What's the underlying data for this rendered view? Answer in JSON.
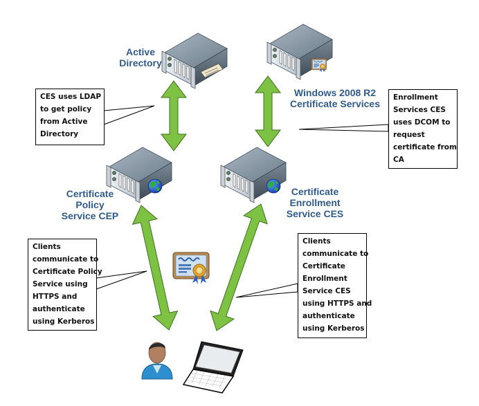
{
  "nodes": {
    "active_directory": {
      "label_lines": [
        "Active",
        "Directory"
      ],
      "icon": "server-with-card-icon"
    },
    "windows_ca": {
      "label_lines": [
        "Windows 2008 R2",
        "Certificate Services"
      ],
      "icon": "server-with-certificate-icon"
    },
    "cep": {
      "label_lines": [
        "Certificate",
        "Policy",
        "Service CEP"
      ],
      "icon": "server-with-globe-icon"
    },
    "ces": {
      "label_lines": [
        "Certificate",
        "Enrollment",
        "Service CES"
      ],
      "icon": "server-with-globe-icon"
    },
    "user": {
      "icon": "user-icon"
    },
    "laptop": {
      "icon": "laptop-icon"
    },
    "certificate": {
      "icon": "certificate-icon"
    }
  },
  "callouts": {
    "ldap": {
      "lines": [
        "CES uses LDAP",
        "to get policy",
        "from Active",
        "Directory"
      ]
    },
    "dcom": {
      "lines": [
        "Enrollment",
        "Services CES",
        "uses DCOM to",
        "request",
        "certificate from",
        "CA"
      ]
    },
    "cep_clients": {
      "lines": [
        "Clients",
        "communicate to",
        "Certificate Policy",
        "Service using",
        "HTTPS and",
        "authenticate",
        "using Kerberos"
      ]
    },
    "ces_clients": {
      "lines": [
        "Clients",
        "communicate to",
        "Certificate",
        "Enrollment",
        "Service CES",
        "using HTTPS and",
        "authenticate",
        "using Kerberos"
      ]
    }
  },
  "connections": [
    {
      "from": "active_directory",
      "to": "cep",
      "type": "bidirectional"
    },
    {
      "from": "windows_ca",
      "to": "ces",
      "type": "bidirectional"
    },
    {
      "from": "cep",
      "to": "user",
      "type": "bidirectional"
    },
    {
      "from": "ces",
      "to": "laptop",
      "type": "bidirectional"
    }
  ],
  "colors": {
    "arrow_fill": "#7dc242",
    "arrow_stroke": "#3f6e1f",
    "label_text": "#2f5b8c",
    "server_top": "#8a9aa8",
    "server_front": "#d7dee4",
    "server_side": "#5f6f7d"
  }
}
